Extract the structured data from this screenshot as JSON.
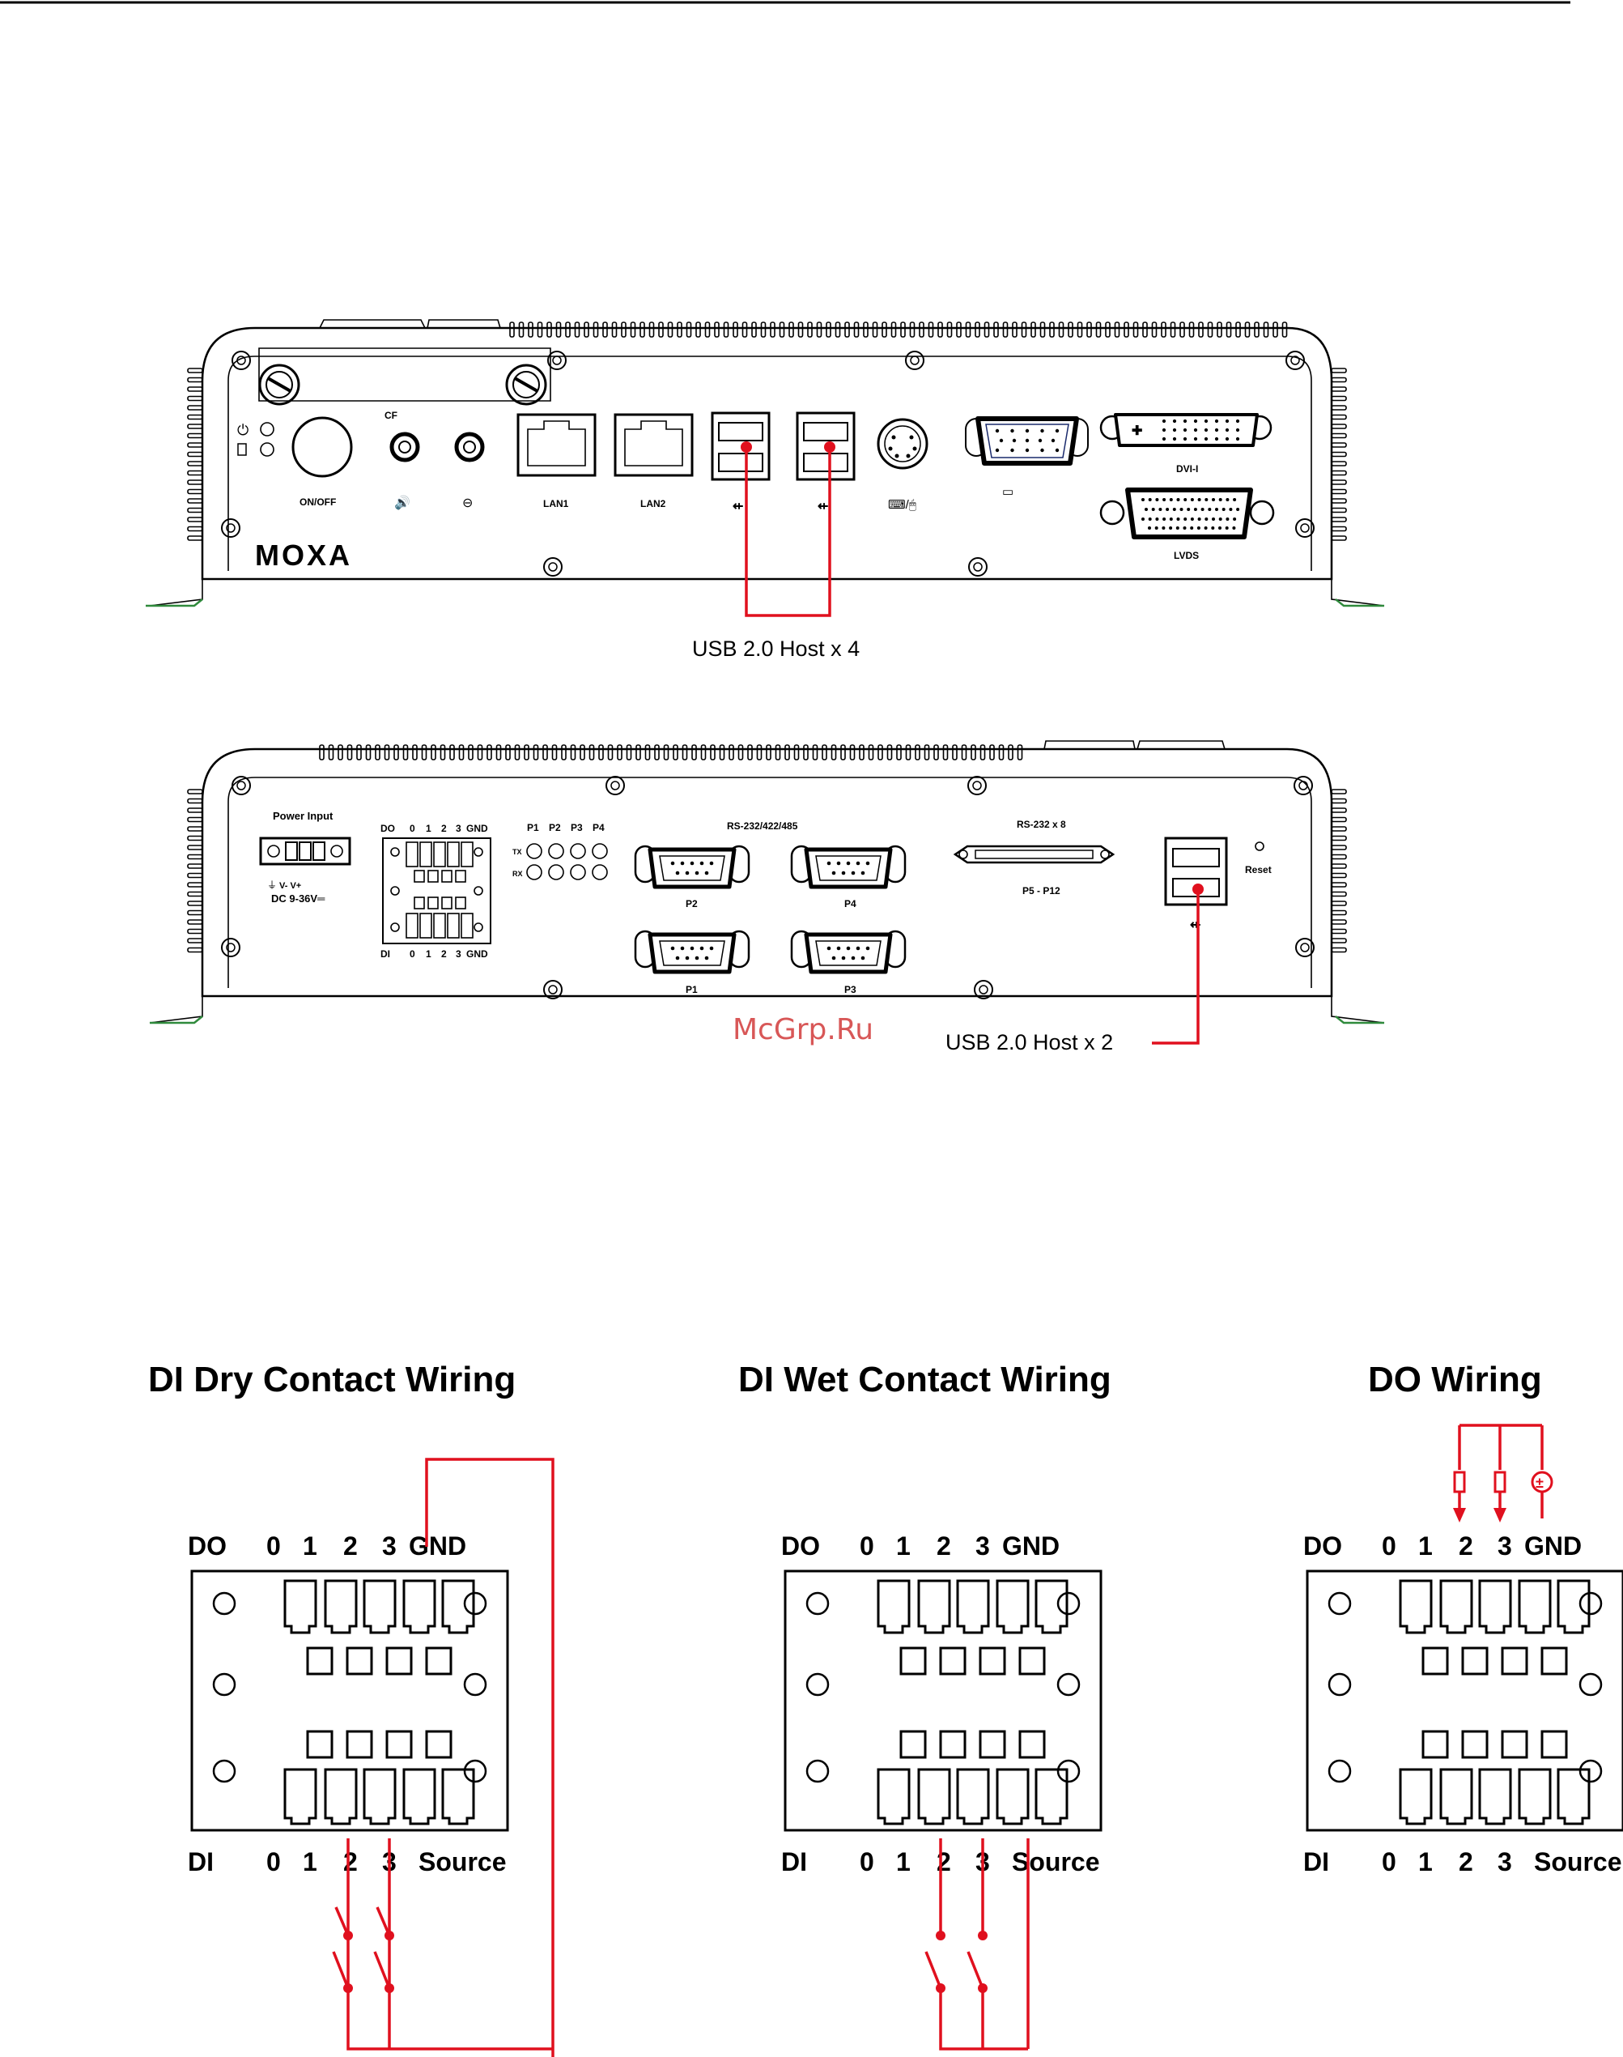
{
  "front_panel": {
    "brand": "MOXA",
    "labels": {
      "cf": "CF",
      "on_off": "ON/OFF",
      "lan1": "LAN1",
      "lan2": "LAN2",
      "dvi": "DVI-I",
      "lvds": "LVDS"
    },
    "usb_callout": "USB 2.0 Host x 4"
  },
  "rear_panel": {
    "labels": {
      "power_input": "Power Input",
      "power_pins": "V- V+",
      "dc_range": "DC 9-36V═",
      "do_header": [
        "DO",
        "0",
        "1",
        "2",
        "3",
        "GND"
      ],
      "di_header": [
        "DI",
        "0",
        "1",
        "2",
        "3",
        "GND"
      ],
      "led_ports": [
        "P1",
        "P2",
        "P3",
        "P4"
      ],
      "tx": "TX",
      "rx": "RX",
      "rs_multi": "RS-232/422/485",
      "p2": "P2",
      "p4": "P4",
      "p1": "P1",
      "p3": "P3",
      "rs232x8": "RS-232 x 8",
      "p5p12": "P5 - P12",
      "reset": "Reset"
    },
    "usb_callout": "USB 2.0 Host x 2"
  },
  "watermark": "McGrp.Ru",
  "wiring": {
    "diagrams": [
      {
        "title": "DI Dry Contact Wiring"
      },
      {
        "title": "DI Wet Contact Wiring"
      },
      {
        "title": "DO Wiring"
      }
    ],
    "do_row": [
      "DO",
      "0",
      "1",
      "2",
      "3",
      "GND"
    ],
    "di_row": [
      "DI",
      "0",
      "1",
      "2",
      "3",
      "Source"
    ]
  },
  "colors": {
    "wire": "#e0101e",
    "outline": "#000000",
    "ground_line": "#2f8a3c",
    "watermark": "#d23a3a"
  }
}
